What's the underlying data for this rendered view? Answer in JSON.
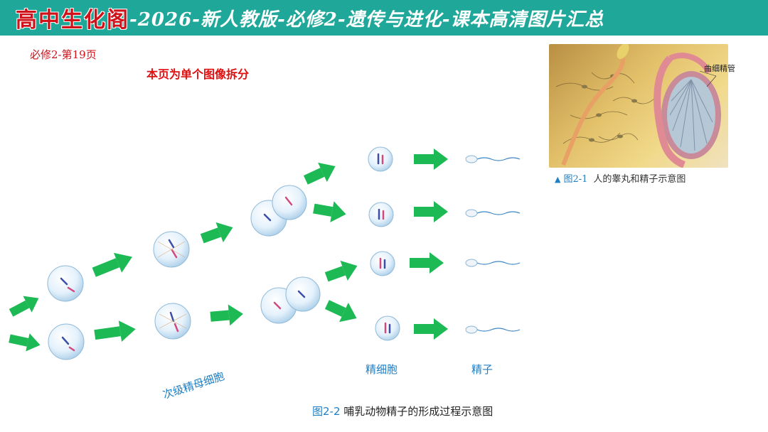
{
  "header": {
    "brand": "高中生化阁",
    "subtitle": "-2026-新人教版-必修2-遗传与进化-课本高清图片汇总"
  },
  "page_label": "必修2-第19页",
  "note": "本页为单个图像拆分",
  "figure1": {
    "number": "图2-1",
    "caption": "人的睾丸和精子示意图",
    "tubule_label": "曲细精管"
  },
  "figure2": {
    "number": "图2-2",
    "caption": "哺乳动物精子的形成过程示意图",
    "label_secondary": "次级精母细胞",
    "label_spermatid": "精细胞",
    "label_sperm": "精子"
  },
  "colors": {
    "banner": "#1fa89a",
    "brand_red": "#d0121b",
    "caption_blue": "#1f7fc4",
    "arrow_green": "#1db954"
  }
}
